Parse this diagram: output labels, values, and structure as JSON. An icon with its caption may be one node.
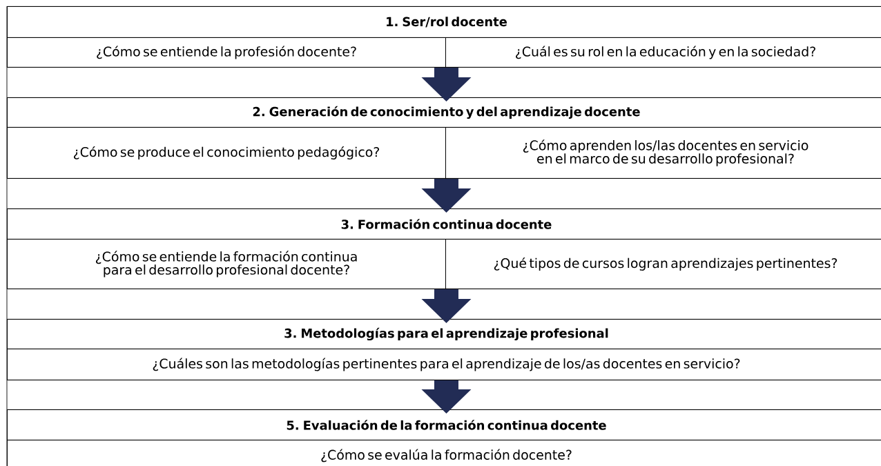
{
  "diagram": {
    "nodes": [
      {
        "text": [],
        "shape": "box"
      },
      {
        "text": [
          "1. Ser/rol docente"
        ],
        "in": 0
      },
      {
        "text": [
          "¿Cómo se entiende la profesión docente?"
        ],
        "in": 0
      },
      {
        "text": [
          "¿Cuál es su rol en la educación y en la sociedad?"
        ],
        "in": 0
      },
      {
        "text": [],
        "shape": "box"
      },
      {
        "text": [
          "2. Generación de conocimiento y del aprendizaje docente"
        ],
        "in": 4
      },
      {
        "text": [
          "¿Cómo se produce el conocimiento pedagógico?"
        ],
        "in": 4
      },
      {
        "text": [
          "¿Cómo aprenden los/las docentes en servicio en el marco de su desarrollo profesional?"
        ],
        "in": 4
      },
      {
        "text": [],
        "shape": "box"
      },
      {
        "text": [
          "3. Formación continua docente"
        ],
        "in": 8
      },
      {
        "text": [
          "¿Cómo se entiende la formación continua para el desarrollo profesional docente?"
        ],
        "in": 8
      },
      {
        "text": [
          "¿Qué tipos de cursos logran aprendizajes pertinentes?"
        ],
        "in": 8
      },
      {
        "text": [],
        "shape": "box"
      },
      {
        "text": [
          "3. Metodologías para el aprendizaje profesional"
        ],
        "in": 12
      },
      {
        "text": [
          "¿Cuáles son las metodologías pertinentes para el aprendizaje de los/as docentes en servicio?"
        ],
        "in": 12
      },
      {
        "text": [],
        "shape": "box"
      },
      {
        "text": [
          "5. Evaluación de la formación continua docente"
        ],
        "in": 15
      },
      {
        "text": [
          "¿Cómo se evalúa la formación docente?"
        ],
        "in": 15
      }
    ],
    "edges": [
      {
        "from": 0,
        "to": 4,
        "arrow": "to"
      },
      {
        "from": 4,
        "to": 8,
        "arrow": "to"
      },
      {
        "from": 8,
        "to": 12,
        "arrow": "to"
      },
      {
        "from": 12,
        "to": 15,
        "arrow": "to"
      }
    ]
  }
}
